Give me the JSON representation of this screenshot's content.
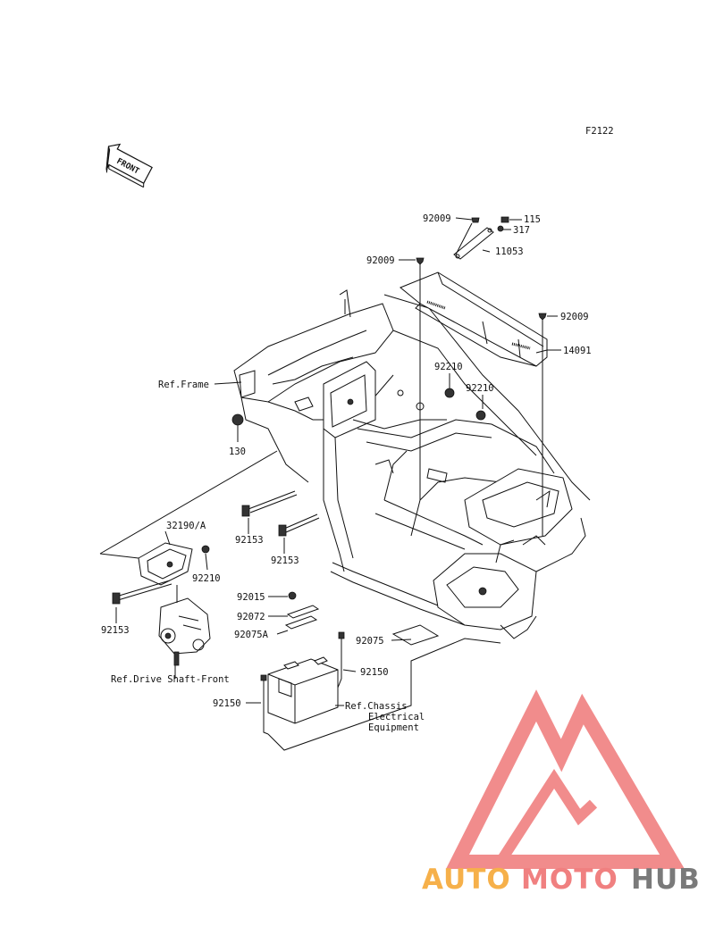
{
  "diagram_code": "F2122",
  "front_label": "FRONT",
  "labels": {
    "p92009_a": "92009",
    "p115": "115",
    "p317": "317",
    "p92009_b": "92009",
    "p11053": "11053",
    "p92009_c": "92009",
    "p14091": "14091",
    "ref_frame": "Ref.Frame",
    "p92210_a": "92210",
    "p92210_b": "92210",
    "p130": "130",
    "p32190a": "32190/A",
    "p92153_a": "92153",
    "p92153_b": "92153",
    "p92210_c": "92210",
    "p92153_c": "92153",
    "p92015": "92015",
    "p92072": "92072",
    "p92075a": "92075A",
    "p92075": "92075",
    "p92150_a": "92150",
    "p92150_b": "92150",
    "ref_drive_shaft": "Ref.Drive Shaft-Front",
    "ref_chassis_1": "Ref.Chassis",
    "ref_chassis_2": "Electrical",
    "ref_chassis_3": "Equipment"
  },
  "watermark": {
    "part1": "AUTO",
    "part2": "MOTO",
    "part3": "HUB",
    "color_orange": "#f6b04a",
    "color_red": "#f08080",
    "color_gray": "#7a7a7a"
  }
}
